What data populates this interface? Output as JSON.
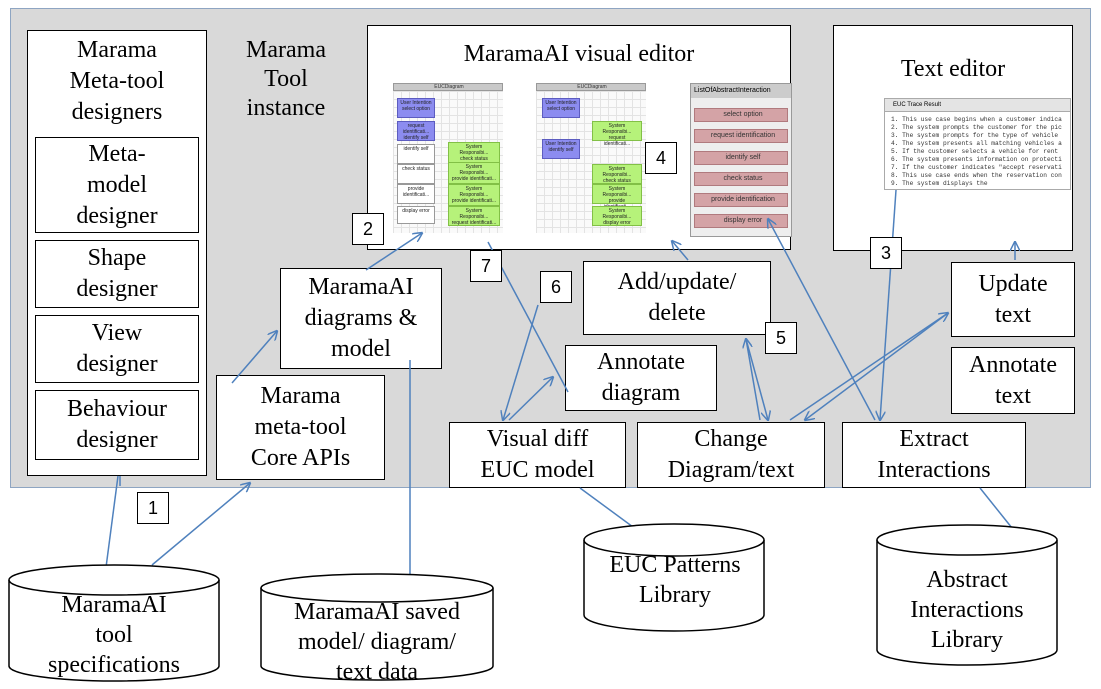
{
  "boxes": {
    "meta_tool_designers": "Marama\nMeta-tool\ndesigners",
    "meta_model_designer": "Meta-\nmodel\ndesigner",
    "shape_designer": "Shape\ndesigner",
    "view_designer": "View\ndesigner",
    "behaviour_designer": "Behaviour\ndesigner",
    "tool_instance": "Marama\nTool\ninstance",
    "visual_editor_title": "MaramaAI visual editor",
    "text_editor_title": "Text editor",
    "diagrams_model": "MaramaAI\ndiagrams &\nmodel",
    "core_apis": "Marama\nmeta-tool\nCore APIs",
    "add_update_delete": "Add/update/\ndelete",
    "annotate_diagram": "Annotate\ndiagram",
    "update_text": "Update\ntext",
    "annotate_text": "Annotate\ntext",
    "visual_diff": "Visual diff\nEUC model",
    "change_diagram_text": "Change\nDiagram/text",
    "extract_interactions": "Extract\nInteractions"
  },
  "numbers": [
    "1",
    "2",
    "3",
    "4",
    "5",
    "6",
    "7"
  ],
  "databases": {
    "tool_specs": "MaramaAI\ntool\nspecifications",
    "saved_data": "MaramaAI saved\nmodel/ diagram/\ntext data",
    "euc_patterns": "EUC Patterns\nLibrary",
    "abstract_interactions": "Abstract\nInteractions\nLibrary"
  },
  "editor": {
    "diagram1_tab": "EUCDiagram",
    "diagram2_tab": "EUCDiagram",
    "list_header": "ListOfAbstractInteraction",
    "d1_blocks": [
      "User Intention\nselect option",
      "request identificati...\nidentify self",
      "identify self",
      "check status",
      "provide identificati...",
      "display error"
    ],
    "d1_green": [
      "System Responsibi...\ncheck status",
      "System Responsibi...\nprovide identificati...",
      "System Responsibi...\nprovide identificati...",
      "System Responsibi...\nrequest identificati..."
    ],
    "d2_blue": [
      "User Intention\nselect option",
      "User Intention\nidentify self"
    ],
    "d2_green": [
      "System Responsibi...\nrequest identificati...",
      "System Responsibi...\ncheck status",
      "System Responsibi...\nprovide identificati...",
      "System Responsibi...\ndisplay error"
    ],
    "list_items": [
      "select option",
      "request identification",
      "identify self",
      "check status",
      "provide identification",
      "display error"
    ],
    "text_tab": "EUC Trace Result",
    "text_lines": [
      "1. This use case begins when a customer indica",
      "2. The system prompts the customer for the pic",
      "3. The system prompts for the type of vehicle",
      "4. The system presents all matching vehicles a",
      "5. If the customer selects a vehicle for rent",
      "6. The system presents information on protecti",
      "7. If the customer indicates \"accept reservati",
      "8. This use case ends when the reservation con",
      "9. The system displays the"
    ]
  },
  "colors": {
    "panel": "#d9d9d9",
    "arrow": "#4f81bd",
    "blue_block": "#8c8cf0",
    "green_block": "#b6f27a",
    "list_item": "#d4a3a6"
  }
}
